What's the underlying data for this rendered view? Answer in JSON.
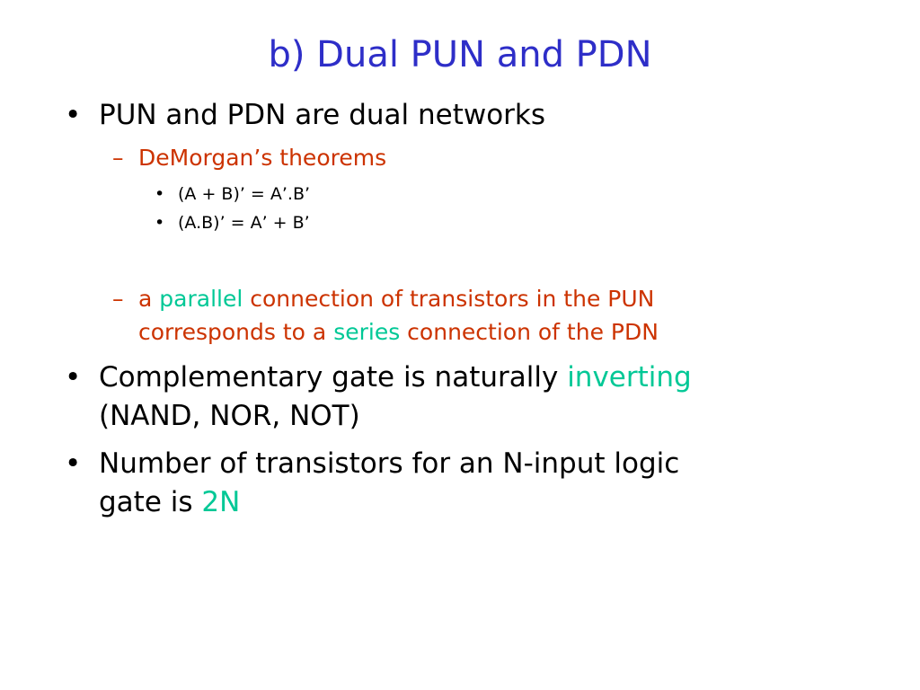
{
  "slide": {
    "title": "b) Dual PUN and PDN",
    "colors": {
      "title": "#2E2EC8",
      "body": "#000000",
      "sub_bullet": "#CC3300",
      "highlight": "#00C896"
    },
    "bullets": [
      {
        "marker": "•",
        "text": "PUN and PDN are dual networks",
        "sub": [
          {
            "marker": "–",
            "text": "DeMorgan’s theorems",
            "sub": [
              {
                "marker": "•",
                "text": "(A + B)’ = A’.B’"
              },
              {
                "marker": "•",
                "text": "(A.B)’ = A’ + B’"
              }
            ]
          },
          {
            "marker": "–",
            "line1": {
              "pre": "a ",
              "hl": "parallel",
              "post": " connection of transistors in the PUN"
            },
            "line2": {
              "pre": "corresponds to a ",
              "hl": "series",
              "post": " connection of the PDN"
            }
          }
        ]
      },
      {
        "marker": "•",
        "line1": {
          "pre": "Complementary gate is naturally ",
          "hl": "inverting"
        },
        "line2": "(NAND, NOR, NOT)"
      },
      {
        "marker": "•",
        "line1": "Number of transistors for an N-input logic",
        "line2": {
          "pre": "gate is ",
          "hl": "2N"
        }
      }
    ]
  }
}
